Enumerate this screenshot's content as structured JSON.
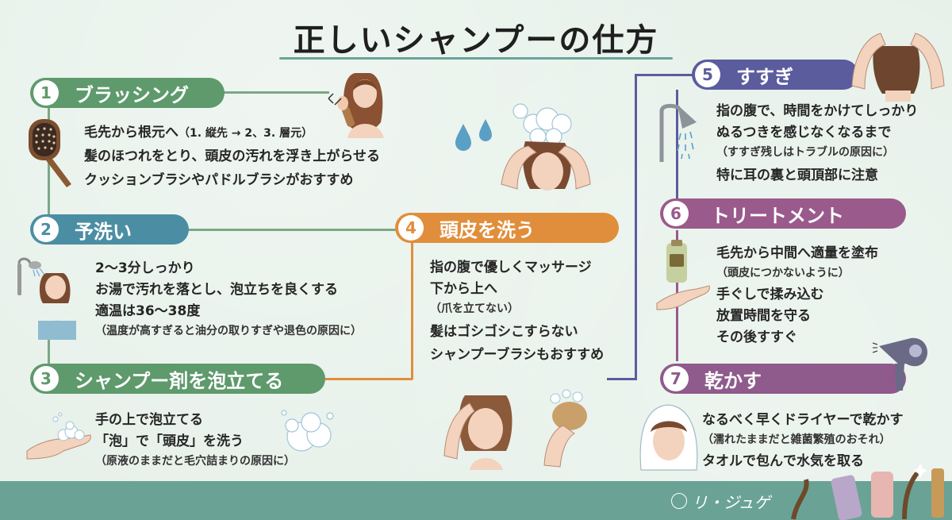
{
  "title": "正しいシャンプーの仕方",
  "colors": {
    "step1": "#5e9a6c",
    "step2": "#4b8ea3",
    "step3": "#5e9a6c",
    "step4": "#e08e3b",
    "step5": "#5b5c9e",
    "step6": "#9a5a8c",
    "step7": "#8f5a8c",
    "footer": "#6aa395",
    "connector": "#7aa887"
  },
  "steps": [
    {
      "num": "1",
      "label": "ブラッシング",
      "lines": [
        {
          "text": "毛先から根元へ",
          "sub": "（1. 縦先 → 2、3. 層元）"
        },
        {
          "text": "髪のほつれをとり、頭皮の汚れを浮き上がらせる"
        },
        {
          "text": "クッションブラシやパドルブラシがおすすめ"
        }
      ]
    },
    {
      "num": "2",
      "label": "予洗い",
      "lines": [
        {
          "text": "2〜3分しっかり"
        },
        {
          "text": "お湯で汚れを落とし、泡立ちを良くする"
        },
        {
          "text": "適温は36〜38度"
        },
        {
          "text": "（温度が高すぎると油分の取りすぎや退色の原因に）",
          "small": true
        }
      ]
    },
    {
      "num": "3",
      "label": "シャンプー剤を泡立てる",
      "lines": [
        {
          "text": "手の上で泡立てる"
        },
        {
          "text": "「泡」で「頭皮」を洗う"
        },
        {
          "text": "（原液のままだと毛穴詰まりの原因に）",
          "small": true
        }
      ]
    },
    {
      "num": "4",
      "label": "頭皮を洗う",
      "lines": [
        {
          "text": "指の腹で優しくマッサージ"
        },
        {
          "text": "下から上へ"
        },
        {
          "text": "（爪を立てない）",
          "small": true
        },
        {
          "text": "髪はゴシゴシこすらない"
        },
        {
          "text": "シャンプーブラシもおすすめ"
        }
      ]
    },
    {
      "num": "5",
      "label": "すすぎ",
      "lines": [
        {
          "text": "指の腹で、時間をかけてしっかり"
        },
        {
          "text": "ぬるつきを感じなくなるまで"
        },
        {
          "text": "（すすぎ残しはトラブルの原因に）",
          "small": true
        },
        {
          "text": "特に耳の裏と頭頂部に注意"
        }
      ]
    },
    {
      "num": "6",
      "label": "トリートメント",
      "lines": [
        {
          "text": "毛先から中間へ適量を塗布"
        },
        {
          "text": "（頭皮につかないように）",
          "small": true
        },
        {
          "text": "手ぐしで揉み込む"
        },
        {
          "text": "放置時間を守る"
        },
        {
          "text": "その後すすぐ"
        }
      ]
    },
    {
      "num": "7",
      "label": "乾かす",
      "lines": [
        {
          "text": "なるべく早くドライヤーで乾かす"
        },
        {
          "text": "（濡れたままだと雑菌繁殖のおそれ）",
          "small": true
        },
        {
          "text": "タオルで包んで水気を取る"
        }
      ]
    }
  ],
  "logo": {
    "text": "リ・ジュゲ"
  },
  "icons": [
    "hairbrush-icon",
    "woman-brushing-hair-icon",
    "shower-head-icon",
    "woman-rinsing-icon",
    "foam-hand-icon",
    "foam-bubbles-icon",
    "water-drops-icon",
    "hands-washing-scalp-icon",
    "massage-head-icon",
    "shampoo-brush-icon",
    "hands-on-head-icon",
    "rinse-shower-icon",
    "treatment-tube-icon",
    "hand-palm-icon",
    "hair-dryer-icon",
    "towel-woman-icon",
    "hair-products-icon"
  ]
}
